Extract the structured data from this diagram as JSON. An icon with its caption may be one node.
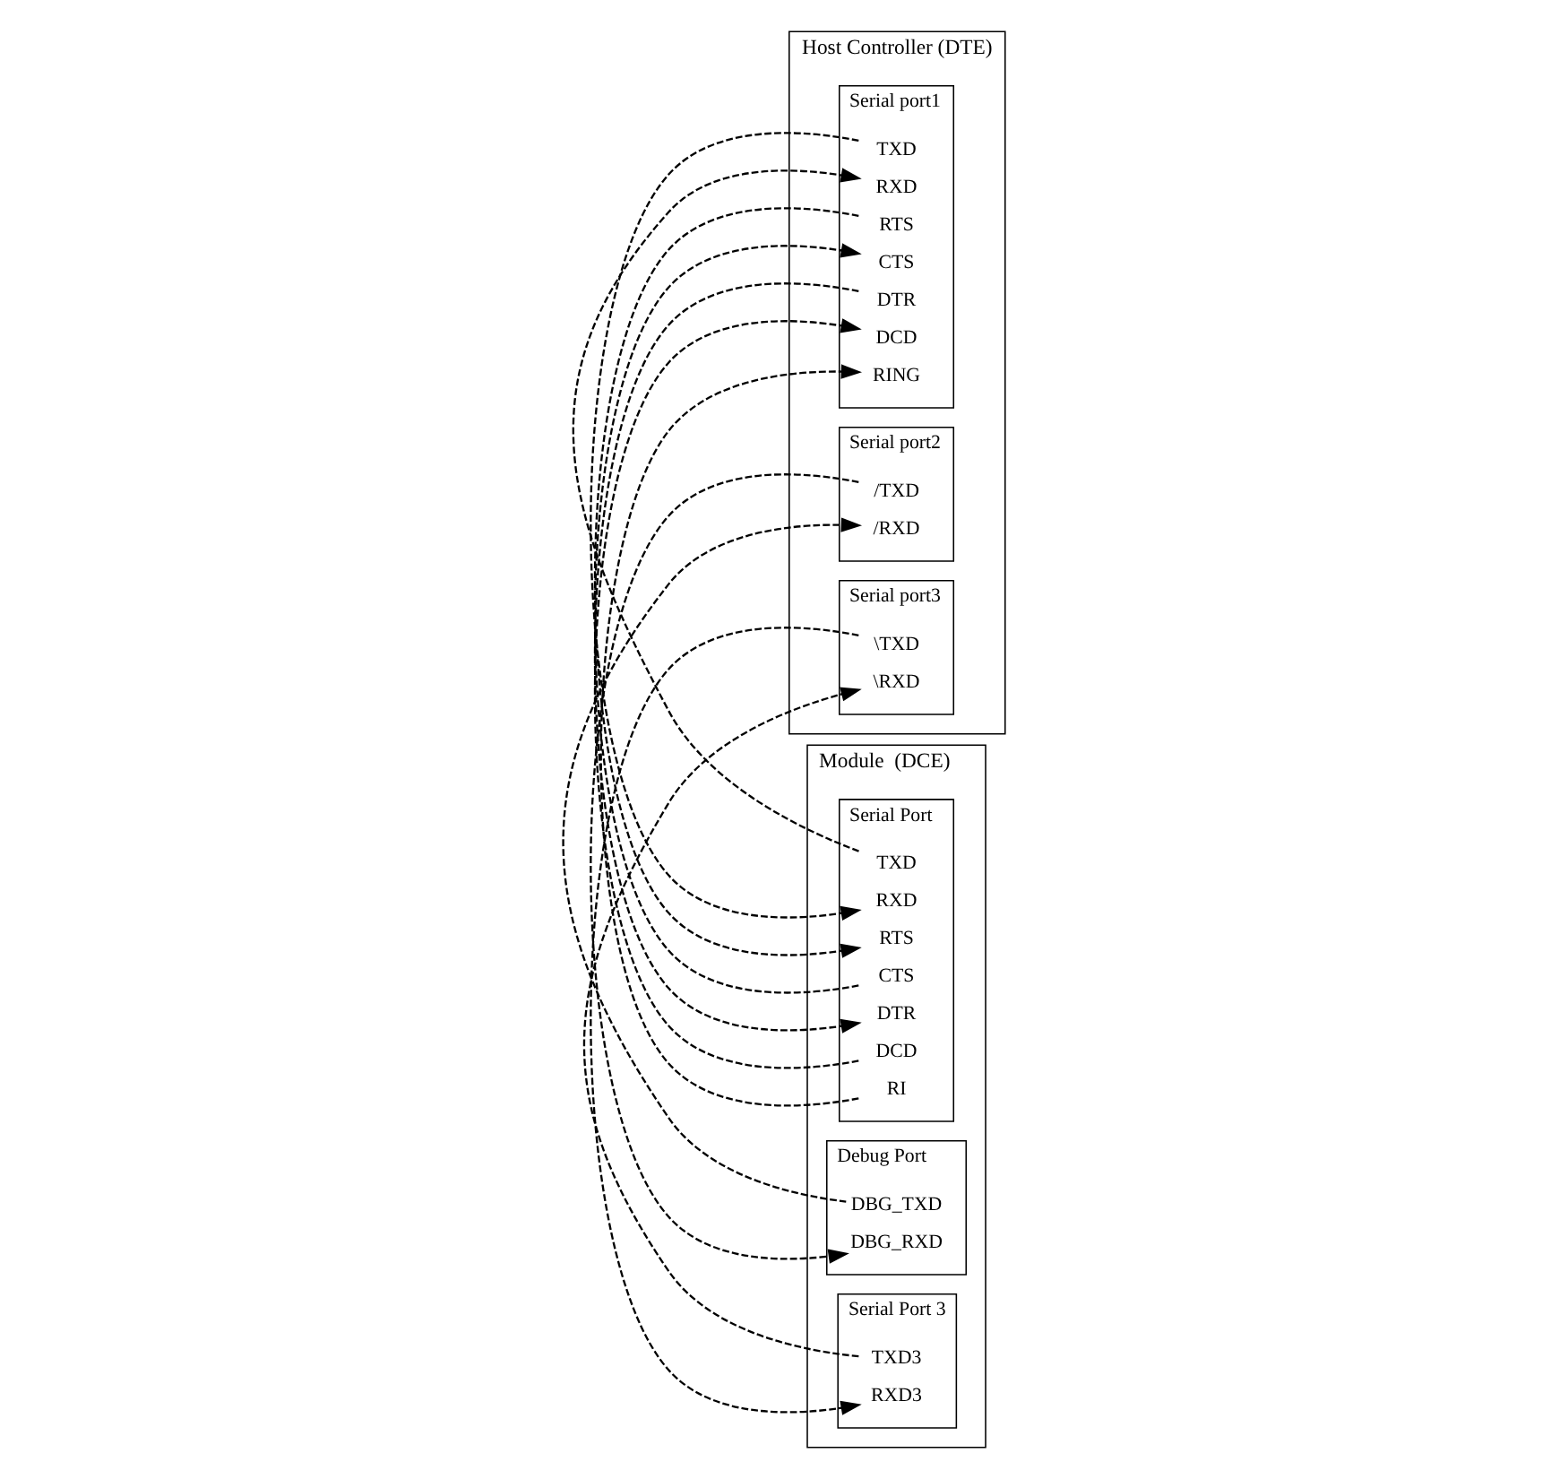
{
  "diagram": {
    "nodes": [
      {
        "text": [
          "Module  (DCE)"
        ]
      },
      {
        "text": [
          "Serial Port"
        ],
        "in": 0
      },
      {
        "text": [
          "TXD"
        ],
        "in": 1
      },
      {
        "text": [
          "RXD"
        ],
        "in": 1
      },
      {
        "text": [
          "RTS"
        ],
        "in": 1
      },
      {
        "text": [
          "CTS"
        ],
        "in": 1
      },
      {
        "text": [
          "DTR"
        ],
        "in": 1
      },
      {
        "text": [
          "DCD"
        ],
        "in": 1
      },
      {
        "text": [
          "RI"
        ],
        "in": 1
      },
      {
        "text": [
          "Debug Port"
        ],
        "in": 0
      },
      {
        "text": [
          "DBG_TXD"
        ],
        "in": 9
      },
      {
        "text": [
          "DBG_RXD"
        ],
        "in": 9
      },
      {
        "text": [
          "Serial Port 3"
        ],
        "in": 0
      },
      {
        "text": [
          "TXD3"
        ],
        "in": 12
      },
      {
        "text": [
          "RXD3"
        ],
        "in": 12
      },
      {
        "text": [
          "Host Controller (DTE)"
        ]
      },
      {
        "text": [
          "Serial port1"
        ],
        "in": 15
      },
      {
        "text": [
          "TXD"
        ],
        "in": 16
      },
      {
        "text": [
          "RXD"
        ],
        "in": 16
      },
      {
        "text": [
          "RTS"
        ],
        "in": 16
      },
      {
        "text": [
          "CTS"
        ],
        "in": 16
      },
      {
        "text": [
          "DTR"
        ],
        "in": 16
      },
      {
        "text": [
          "DCD"
        ],
        "in": 16
      },
      {
        "text": [
          "RING"
        ],
        "in": 16
      },
      {
        "text": [
          "Serial port2"
        ],
        "in": 15
      },
      {
        "text": [
          "/TXD"
        ],
        "in": 24
      },
      {
        "text": [
          "/RXD"
        ],
        "in": 24
      },
      {
        "text": [
          "Serial port3"
        ],
        "in": 15
      },
      {
        "text": [
          "\\TXD"
        ],
        "in": 27
      },
      {
        "text": [
          "\\RXD"
        ],
        "in": 27
      }
    ],
    "edges": [
      {
        "from": 2,
        "to": 18,
        "arrow": "to",
        "style": "dashed"
      },
      {
        "from": 17,
        "to": 3,
        "arrow": "to",
        "style": "dashed"
      },
      {
        "from": 19,
        "to": 4,
        "arrow": "to",
        "style": "dashed"
      },
      {
        "from": 5,
        "to": 20,
        "arrow": "to",
        "style": "dashed"
      },
      {
        "from": 21,
        "to": 6,
        "arrow": "to",
        "style": "dashed"
      },
      {
        "from": 7,
        "to": 22,
        "arrow": "to",
        "style": "dashed"
      },
      {
        "from": 8,
        "to": 23,
        "arrow": "to",
        "style": "dashed"
      },
      {
        "from": 10,
        "to": 26,
        "arrow": "to",
        "style": "dashed"
      },
      {
        "from": 25,
        "to": 11,
        "arrow": "to",
        "style": "dashed"
      },
      {
        "from": 13,
        "to": 29,
        "arrow": "to",
        "style": "dashed"
      },
      {
        "from": 28,
        "to": 14,
        "arrow": "to",
        "style": "dashed"
      }
    ]
  }
}
